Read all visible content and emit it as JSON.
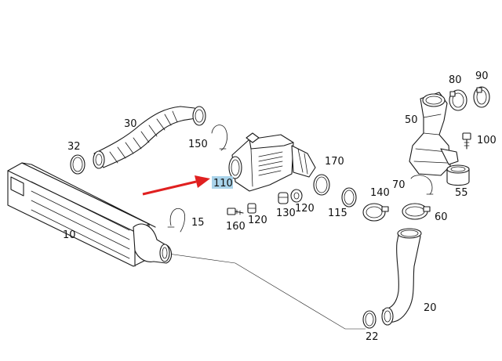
{
  "diagram": {
    "part_numbers": {
      "p10": "10",
      "p15": "15",
      "p20": "20",
      "p22": "22",
      "p30": "30",
      "p32": "32",
      "p50": "50",
      "p55": "55",
      "p60": "60",
      "p70": "70",
      "p80": "80",
      "p90": "90",
      "p100": "100",
      "p110": "110",
      "p115": "115",
      "p120a": "120",
      "p120b": "120",
      "p130": "130",
      "p140": "140",
      "p150": "150",
      "p160": "160",
      "p170": "170"
    },
    "highlight": {
      "part": "110",
      "arrow_color": "#e02020",
      "label_bg": "#a9d3ea"
    }
  }
}
